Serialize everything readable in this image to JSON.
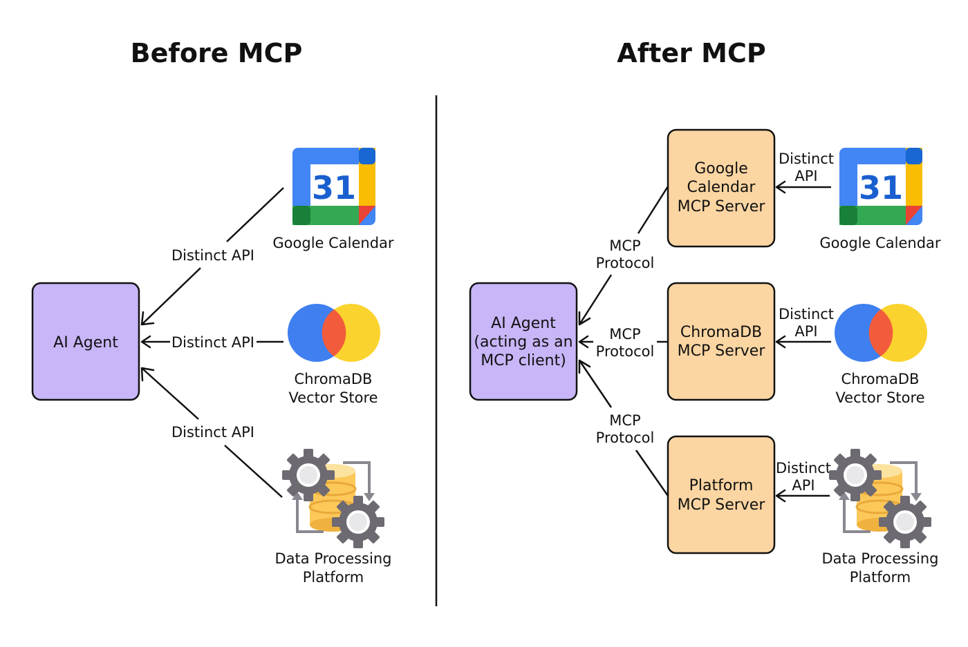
{
  "before": {
    "title": "Before MCP",
    "agent_label": "AI Agent",
    "edge_labels": [
      "Distinct API",
      "Distinct API",
      "Distinct API"
    ],
    "services": [
      {
        "icon": "google-calendar-icon",
        "lines": [
          "Google Calendar"
        ]
      },
      {
        "icon": "chromadb-icon",
        "lines": [
          "ChromaDB",
          "Vector Store"
        ]
      },
      {
        "icon": "data-processing-icon",
        "lines": [
          "Data Processing",
          "Platform"
        ]
      }
    ]
  },
  "after": {
    "title": "After MCP",
    "agent_lines": [
      "AI Agent",
      "(acting as an",
      "MCP client)"
    ],
    "protocol_labels": [
      [
        "MCP",
        "Protocol"
      ],
      [
        "MCP",
        "Protocol"
      ],
      [
        "MCP",
        "Protocol"
      ]
    ],
    "servers": [
      {
        "lines": [
          "Google",
          "Calendar",
          "MCP Server"
        ]
      },
      {
        "lines": [
          "ChromaDB",
          "MCP Server"
        ]
      },
      {
        "lines": [
          "Platform",
          "MCP Server"
        ]
      }
    ],
    "api_labels": [
      [
        "Distinct",
        "API"
      ],
      [
        "Distinct",
        "API"
      ],
      [
        "Distinct",
        "API"
      ]
    ],
    "services": [
      {
        "icon": "google-calendar-icon",
        "lines": [
          "Google Calendar"
        ]
      },
      {
        "icon": "chromadb-icon",
        "lines": [
          "ChromaDB",
          "Vector Store"
        ]
      },
      {
        "icon": "data-processing-icon",
        "lines": [
          "Data Processing",
          "Platform"
        ]
      }
    ]
  },
  "calendar_day": "31",
  "colors": {
    "agent_fill": "#c8b6f8",
    "server_fill": "#fbd5a2",
    "google_blue": "#4285f4",
    "google_red": "#ea4335",
    "google_yellow": "#fbbc04",
    "google_green": "#34a853",
    "chroma_blue": "#3f7ff0",
    "chroma_red": "#f25c3c",
    "chroma_yellow": "#fbd32e",
    "gear_gray": "#6e6a72",
    "db_yellow": "#fcc85a"
  }
}
